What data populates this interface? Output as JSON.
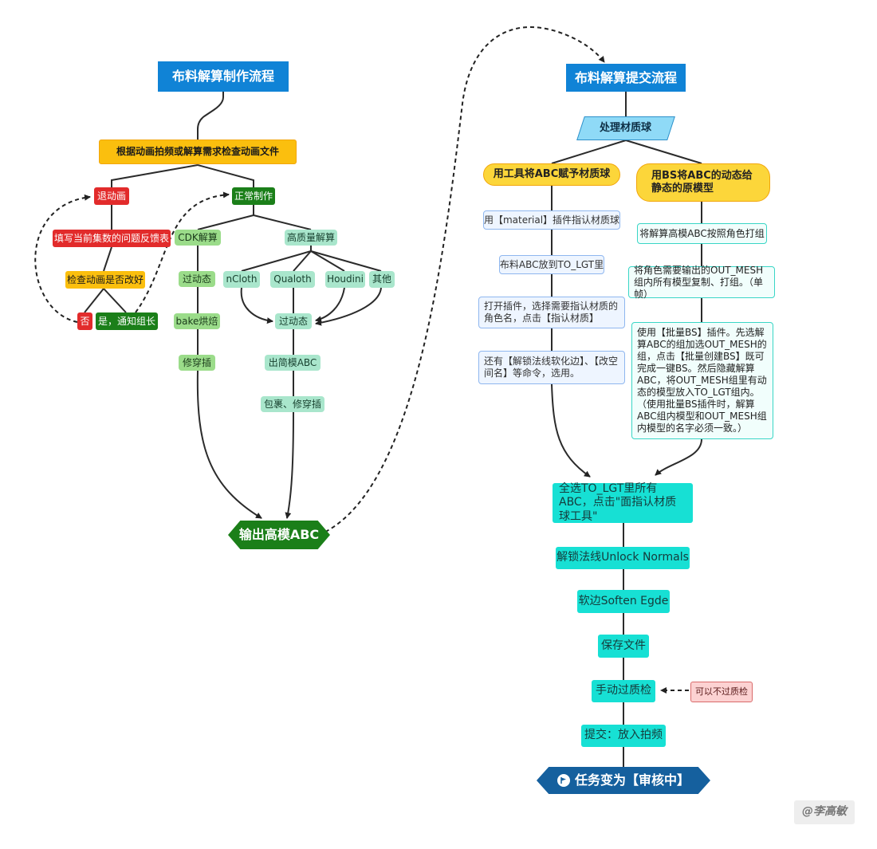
{
  "left": {
    "title": "布料解算制作流程",
    "check_file": "根据动画拍频或解算需求检查动画文件",
    "retreat": "退动画",
    "normal": "正常制作",
    "fill_form": "填写当前集数的问题反馈表",
    "check_anim": "检查动画是否改好",
    "no": "否",
    "yes": "是，通知组长",
    "cdk": "CDK解算",
    "hq": "高质量解算",
    "cdk_steps": [
      "过动态",
      "bake烘焙",
      "修穿插"
    ],
    "tools": [
      "nCloth",
      "Qualoth",
      "Houdini",
      "其他"
    ],
    "hq_steps": [
      "过动态",
      "出简模ABC",
      "包裹、修穿插"
    ],
    "output": "输出高模ABC"
  },
  "right": {
    "title": "布料解算提交流程",
    "material": "处理材质球",
    "branch_a": "用工具将ABC赋予材质球",
    "branch_b": "用BS将ABC的动态给静态的原模型",
    "a_steps": [
      "用【material】插件指认材质球",
      "布料ABC放到TO_LGT里",
      "打开插件，选择需要指认材质的角色名，点击【指认材质】",
      "还有【解锁法线软化边】、【改空间名】等命令，选用。"
    ],
    "b_steps": [
      "将解算高模ABC按照角色打组",
      "将角色需要输出的OUT_MESH组内所有模型复制、打组。（单帧）",
      "使用【批量BS】插件。先选解算ABC的组加选OUT_MESH的组，点击【批量创建BS】既可完成一键BS。然后隐藏解算ABC，将OUT_MESH组里有动态的模型放入TO_LGT组内。\n（使用批量BS插件时，解算ABC组内模型和OUT_MESH组内模型的名字必须一致。）"
    ],
    "select_all": "全选TO_LGT里所有ABC，点击\"面指认材质球工具\"",
    "unlock": "解锁法线Unlock Normals",
    "soften": "软边Soften Egde",
    "save": "保存文件",
    "qc": "手动过质检",
    "qc_note": "可以不过质检",
    "submit": "提交：放入拍频",
    "final": "任务变为【审核中】"
  },
  "signature": "@李高敏",
  "colors": {
    "title_blue": "#1083d6",
    "red": "#e22b2b",
    "orange": "#fbbf0e",
    "green": "#1b7f19",
    "light_green": "#9bdc8a",
    "mint": "#a9e6cc",
    "teal": "#17e0d4",
    "navy": "#15609e"
  }
}
